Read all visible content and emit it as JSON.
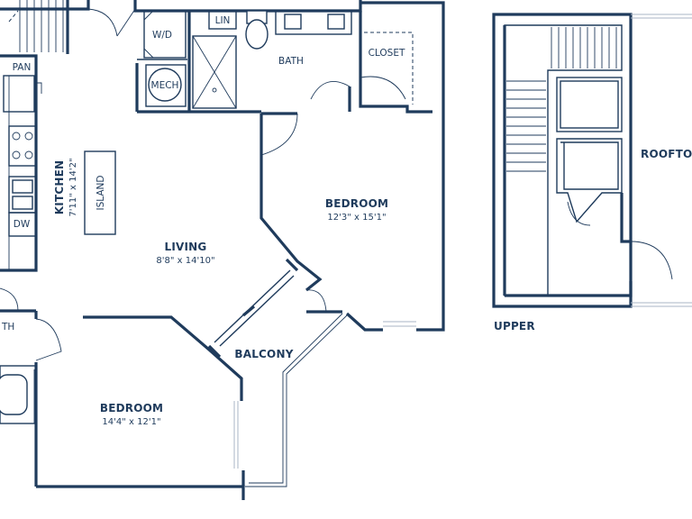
{
  "rooms": {
    "bedroom_1": {
      "name": "BEDROOM",
      "dims": "12'3\" x 15'1\""
    },
    "bedroom_2": {
      "name": "BEDROOM",
      "dims": "14'4\" x 12'1\""
    },
    "living": {
      "name": "LIVING",
      "dims": "8'8\" x 14'10\""
    },
    "kitchen": {
      "name": "KITCHEN",
      "dims": "7'11\" x 14'2\""
    },
    "island": "ISLAND",
    "bath": "BATH",
    "bath_partial": "TH",
    "closet": "CLOSET",
    "balcony": "BALCONY",
    "wd": "W/D",
    "mech": "MECH",
    "lin": "LIN",
    "pan": "PAN",
    "dw": "DW"
  },
  "upper": {
    "label": "UPPER",
    "rooftop": "ROOFTOP"
  },
  "colors": {
    "wall": "#1f3b5c",
    "fixture_fill": "#e8edf3"
  }
}
